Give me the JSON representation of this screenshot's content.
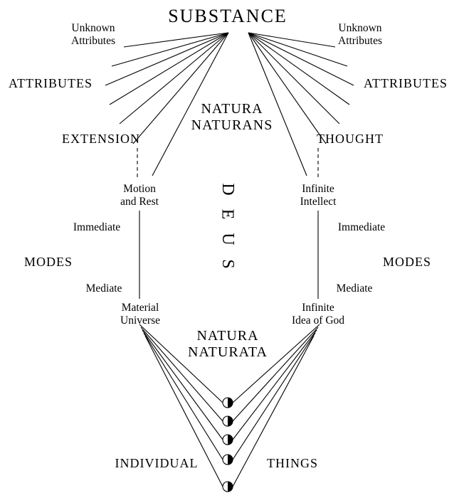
{
  "diagram_title": "SUBSTANCE",
  "nodes": {
    "substance": "SUBSTANCE",
    "unknown_attributes_left": "Unknown\nAttributes",
    "unknown_attributes_right": "Unknown\nAttributes",
    "attributes_left": "ATTRIBUTES",
    "attributes_right": "ATTRIBUTES",
    "natura_naturans": "NATURA\nNATURANS",
    "extension": "EXTENSION",
    "thought": "THOUGHT",
    "motion_and_rest": "Motion\nand Rest",
    "infinite_intellect": "Infinite\nIntellect",
    "deus_letters": [
      "D",
      "E",
      "U",
      "S"
    ],
    "immediate_left": "Immediate",
    "immediate_right": "Immediate",
    "modes_left": "MODES",
    "modes_right": "MODES",
    "mediate_left": "Mediate",
    "mediate_right": "Mediate",
    "material_universe": "Material\nUniverse",
    "infinite_idea_of_god": "Infinite\nIdea of God",
    "natura_naturata": "NATURA\nNATURATA",
    "individual": "INDIVIDUAL",
    "things": "THINGS"
  },
  "individual_things_count": 5,
  "colors": {
    "ink": "#000000",
    "background": "#ffffff"
  }
}
